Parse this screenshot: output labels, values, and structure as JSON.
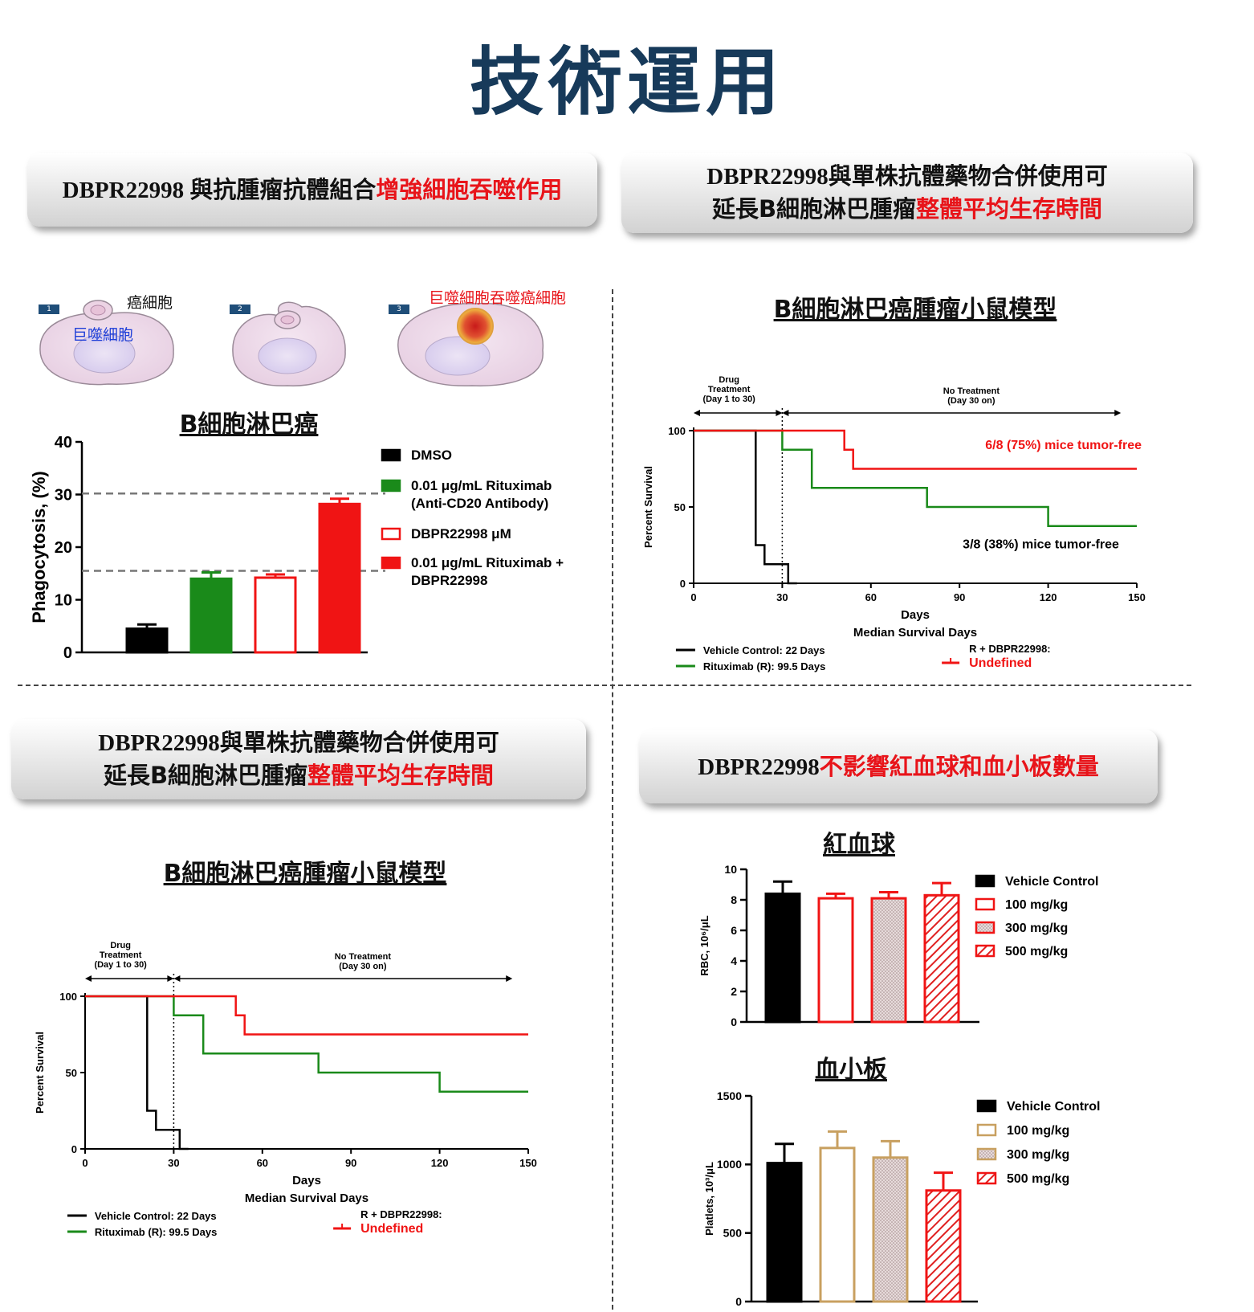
{
  "page_title": "技術運用",
  "banners": {
    "tl": {
      "prefix": "DBPR22998 與抗腫瘤抗體組合",
      "highlight": "增強細胞吞噬作用"
    },
    "tr": {
      "line1": "DBPR22998與單株抗體藥物合併使用可",
      "line2_prefix": "延長B細胞淋巴腫瘤",
      "line2_highlight": "整體平均生存時間"
    },
    "bl": {
      "line1": "DBPR22998與單株抗體藥物合併使用可",
      "line2_prefix": "延長B細胞淋巴腫瘤",
      "line2_highlight": "整體平均生存時間"
    },
    "br": {
      "prefix": "DBPR22998",
      "highlight": "不影響紅血球和血小板數量"
    }
  },
  "diagram": {
    "cancer_cell": "癌細胞",
    "macrophage": "巨噬細胞",
    "engulf": "巨噬細胞吞噬癌細胞",
    "steps": [
      "1",
      "2",
      "3"
    ]
  },
  "colors": {
    "green": "#1a8a1a",
    "red": "#f01414",
    "black": "#000000",
    "gold": "#c8a060",
    "navy": "#173a5a"
  },
  "chart_data": [
    {
      "type": "bar",
      "title": "B細胞淋巴癌",
      "ylabel": "Phagocytosis, (%)",
      "ylim": [
        0,
        40
      ],
      "yticks": [
        0,
        10,
        20,
        30,
        40
      ],
      "grid": false,
      "legend": "right",
      "series": [
        {
          "name": "DMSO",
          "value": 4.5,
          "error": 0.8,
          "style": "solid-black"
        },
        {
          "name": "0.01 μg/mL Rituximab",
          "name2": "(Anti-CD20 Antibody)",
          "value": 14.0,
          "error": 1.2,
          "style": "solid-green"
        },
        {
          "name": "DBPR22998 μM",
          "value": 14.2,
          "error": 0.6,
          "style": "hollow-red"
        },
        {
          "name": "0.01 μg/mL Rituximab +",
          "name2": "DBPR22998",
          "value": 28.2,
          "error": 1.0,
          "style": "solid-red"
        }
      ],
      "reference_lines": [
        30.2,
        15.5
      ]
    },
    {
      "type": "line",
      "title": "B細胞淋巴癌腫瘤小鼠模型",
      "xlabel": "Days",
      "ylabel": "Percent Survival",
      "xlim": [
        0,
        150
      ],
      "ylim": [
        0,
        100
      ],
      "xticks": [
        0,
        30,
        60,
        90,
        120,
        150
      ],
      "yticks": [
        0,
        50,
        100
      ],
      "drug_label": [
        "Drug",
        "Treatment",
        "(Day 1 to 30)"
      ],
      "no_treat_label": [
        "No Treatment",
        "(Day 30  on)"
      ],
      "median_title": "Median Survival Days",
      "legend_items": [
        {
          "text": "Vehicle Control: 22 Days",
          "color": "#000000"
        },
        {
          "text": "Rituximab (R): 99.5 Days",
          "color": "#1a8a1a"
        },
        {
          "text": "R + DBPR22998:",
          "text2": "Undefined",
          "color": "#f01414"
        }
      ],
      "annotations": [
        {
          "text": "6/8 (75%) mice tumor-free",
          "color": "#f01414"
        },
        {
          "text": "3/8 (38%) mice tumor-free",
          "color": "#000000"
        }
      ],
      "series": [
        {
          "name": "Vehicle Control",
          "color": "#000000",
          "points": [
            [
              0,
              100
            ],
            [
              21,
              100
            ],
            [
              21,
              25
            ],
            [
              24,
              25
            ],
            [
              24,
              12.5
            ],
            [
              32,
              12.5
            ],
            [
              32,
              0
            ],
            [
              35,
              0
            ]
          ]
        },
        {
          "name": "Rituximab (R)",
          "color": "#1a8a1a",
          "points": [
            [
              0,
              100
            ],
            [
              30,
              100
            ],
            [
              30,
              87.5
            ],
            [
              40,
              87.5
            ],
            [
              40,
              62.5
            ],
            [
              79,
              62.5
            ],
            [
              79,
              50
            ],
            [
              120,
              50
            ],
            [
              120,
              37.5
            ],
            [
              150,
              37.5
            ]
          ]
        },
        {
          "name": "R + DBPR22998",
          "color": "#f01414",
          "points": [
            [
              0,
              100
            ],
            [
              51,
              100
            ],
            [
              51,
              87.5
            ],
            [
              54,
              87.5
            ],
            [
              54,
              75
            ],
            [
              150,
              75
            ]
          ]
        }
      ]
    },
    {
      "type": "line",
      "title": "B細胞淋巴癌腫瘤小鼠模型",
      "xlabel": "Days",
      "ylabel": "Percent Survival",
      "xlim": [
        0,
        150
      ],
      "ylim": [
        0,
        100
      ],
      "xticks": [
        0,
        30,
        60,
        90,
        120,
        150
      ],
      "yticks": [
        0,
        50,
        100
      ],
      "drug_label": [
        "Drug",
        "Treatment",
        "(Day 1 to 30)"
      ],
      "no_treat_label": [
        "No Treatment",
        "(Day 30  on)"
      ],
      "median_title": "Median Survival Days",
      "legend_items": [
        {
          "text": "Vehicle Control: 22 Days",
          "color": "#000000"
        },
        {
          "text": "Rituximab (R): 99.5 Days",
          "color": "#1a8a1a"
        },
        {
          "text": "R + DBPR22998:",
          "text2": "Undefined",
          "color": "#f01414"
        }
      ],
      "series": [
        {
          "name": "Vehicle Control",
          "color": "#000000",
          "points": [
            [
              0,
              100
            ],
            [
              21,
              100
            ],
            [
              21,
              25
            ],
            [
              24,
              25
            ],
            [
              24,
              12.5
            ],
            [
              32,
              12.5
            ],
            [
              32,
              0
            ],
            [
              35,
              0
            ]
          ]
        },
        {
          "name": "Rituximab (R)",
          "color": "#1a8a1a",
          "points": [
            [
              0,
              100
            ],
            [
              30,
              100
            ],
            [
              30,
              87.5
            ],
            [
              40,
              87.5
            ],
            [
              40,
              62.5
            ],
            [
              79,
              62.5
            ],
            [
              79,
              50
            ],
            [
              120,
              50
            ],
            [
              120,
              37.5
            ],
            [
              150,
              37.5
            ]
          ]
        },
        {
          "name": "R + DBPR22998",
          "color": "#f01414",
          "points": [
            [
              0,
              100
            ],
            [
              51,
              100
            ],
            [
              51,
              87.5
            ],
            [
              54,
              87.5
            ],
            [
              54,
              75
            ],
            [
              150,
              75
            ]
          ]
        }
      ]
    },
    {
      "type": "bar",
      "title": "紅血球",
      "ylabel": "RBC, 10⁶/μL",
      "ylim": [
        0,
        10
      ],
      "yticks": [
        0,
        2,
        4,
        6,
        8,
        10
      ],
      "legend": "right",
      "series": [
        {
          "name": "Vehicle Control",
          "value": 8.4,
          "error": 0.8,
          "style": "solid-black"
        },
        {
          "name": "100 mg/kg",
          "value": 8.1,
          "error": 0.3,
          "style": "hollow-red"
        },
        {
          "name": "300 mg/kg",
          "value": 8.1,
          "error": 0.4,
          "style": "dotted-red"
        },
        {
          "name": "500 mg/kg",
          "value": 8.3,
          "error": 0.8,
          "style": "hatched-red"
        }
      ]
    },
    {
      "type": "bar",
      "title": "血小板",
      "ylabel": "Platlets, 10³/μL",
      "ylim": [
        0,
        1500
      ],
      "yticks": [
        0,
        500,
        1000,
        1500
      ],
      "legend": "right",
      "series": [
        {
          "name": "Vehicle Control",
          "value": 1010,
          "error": 140,
          "style": "solid-black"
        },
        {
          "name": "100 mg/kg",
          "value": 1120,
          "error": 120,
          "style": "hollow-gold"
        },
        {
          "name": "300 mg/kg",
          "value": 1050,
          "error": 120,
          "style": "dotted-gold"
        },
        {
          "name": "500 mg/kg",
          "value": 810,
          "error": 130,
          "style": "hatched-red"
        }
      ]
    }
  ]
}
